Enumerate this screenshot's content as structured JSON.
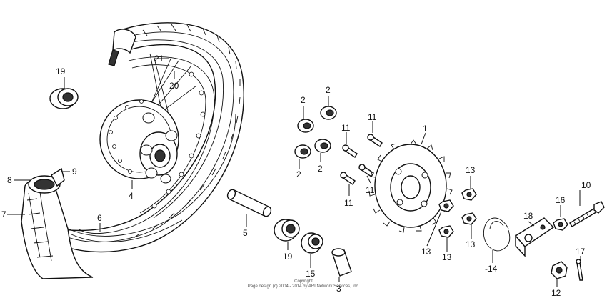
{
  "diagram": {
    "labels": {
      "p1": "1",
      "p2a": "2",
      "p2b": "2",
      "p2c": "2",
      "p2d": "2",
      "p4": "4",
      "p5": "5",
      "p6": "6",
      "p7": "7",
      "p8": "8",
      "p9": "9",
      "p10": "10",
      "p11a": "11",
      "p11b": "11",
      "p11c": "11",
      "p11d": "11",
      "p12": "12",
      "p13a": "13",
      "p13b": "13",
      "p13c": "13",
      "p13d": "13",
      "p14": "-14",
      "p15": "15",
      "p16": "16",
      "p17": "17",
      "p18": "18",
      "p19a": "19",
      "p19b": "19",
      "p20": "20",
      "p21": "21",
      "p3": "3"
    },
    "copyright_line1": "Copyright",
    "copyright_line2": "Page design (c) 2004 - 2014 by ARI Network Services, Inc."
  }
}
